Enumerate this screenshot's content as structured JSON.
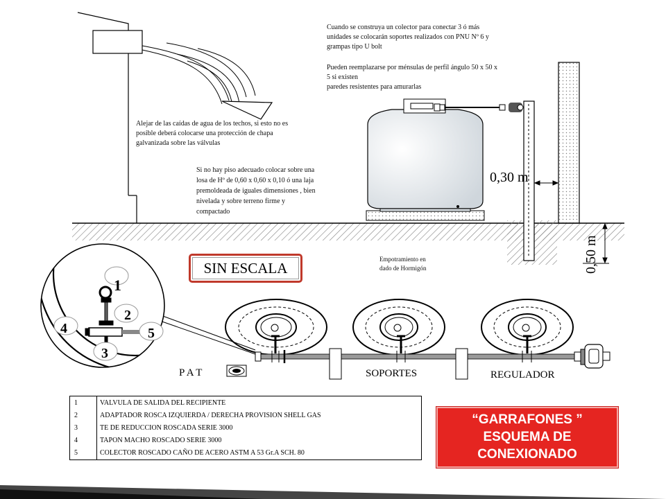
{
  "notes": {
    "collector": [
      "Cuando se construya un colector para conectar 3 ó más",
      "unidades se colocarán soportes realizados con PNU Nº 6 y",
      "grampas tipo U bolt"
    ],
    "bracket": [
      "Pueden reemplazarse por ménsulas de perfil ángulo 50 x 50 x",
      "5 si existen",
      "paredes resistentes para amurarlas"
    ],
    "roof": [
      "Alejar de las caídas de agua de los techos, si esto no es",
      "posible deberá colocarse una protección de chapa",
      "galvanizada sobre las válvulas"
    ],
    "floor": [
      "Si no hay piso adecuado colocar sobre una",
      "losa de Hº de 0,60 x 0,60 x 0,10 ó una laja",
      "premoldeada de iguales dimensiones , bien",
      "nivelada y sobre terreno firme y",
      "compactado"
    ],
    "embedding": [
      "Empotramiento en",
      "dado de Hormigón"
    ]
  },
  "dimensions": {
    "width": "0,30 m",
    "depth": "0,50 m"
  },
  "scale_label": "SIN ESCALA",
  "labels": {
    "pat": "P A T",
    "supports": "SOPORTES",
    "regulator": "REGULADOR"
  },
  "detail_numbers": [
    "1",
    "2",
    "3",
    "4",
    "5"
  ],
  "legend": [
    {
      "num": "1",
      "text": "VALVULA DE SALIDA DEL RECIPIENTE"
    },
    {
      "num": "2",
      "text": "ADAPTADOR ROSCA IZQUIERDA / DERECHA PROVISION SHELL GAS"
    },
    {
      "num": "3",
      "text": "TE DE REDUCCION ROSCADA SERIE 3000"
    },
    {
      "num": "4",
      "text": "TAPON MACHO ROSCADO SERIE 3000"
    },
    {
      "num": "5",
      "text": "COLECTOR ROSCADO CAÑO DE ACERO ASTM A 53 Gr.A SCH. 80"
    }
  ],
  "title": [
    "“GARRAFONES ”",
    "ESQUEMA DE",
    "CONEXIONADO"
  ],
  "colors": {
    "title_bg": "#e52521",
    "hatch": "#888888",
    "accent": "#c0392b"
  }
}
